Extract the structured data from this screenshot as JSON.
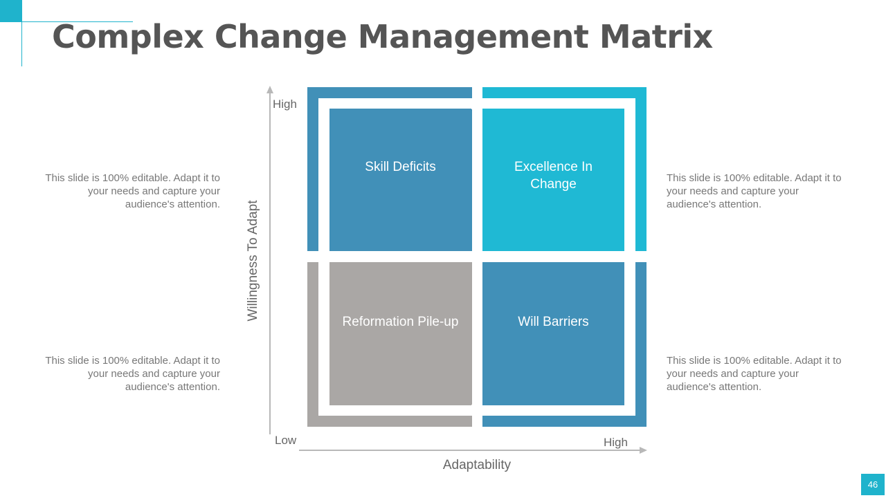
{
  "slide": {
    "title": "Complex Change Management Matrix",
    "page_number": "46"
  },
  "colors": {
    "accent": "#1fb3cc",
    "quadrant_blue": "#4190b8",
    "quadrant_cyan": "#1fb9d4",
    "quadrant_gray": "#aaa7a5",
    "text_gray": "#555555"
  },
  "matrix": {
    "y_axis": {
      "title": "Willingness To Adapt",
      "high_label": "High",
      "low_label": "Low"
    },
    "x_axis": {
      "title": "Adaptability",
      "high_label": "High"
    },
    "quadrants": {
      "top_left": {
        "label": "Skill Deficits"
      },
      "top_right": {
        "label": "Excellence In Change"
      },
      "bottom_left": {
        "label": "Reformation Pile-up"
      },
      "bottom_right": {
        "label": "Will Barriers"
      }
    }
  },
  "notes": {
    "top_left": "This slide is 100% editable. Adapt it to your needs and capture your audience's attention.",
    "bottom_left": "This slide is 100% editable. Adapt it to your needs and capture your audience's attention.",
    "top_right": "This slide is 100% editable. Adapt it to your needs and capture your audience's attention.",
    "bottom_right": "This slide is 100% editable. Adapt it to your needs and capture your audience's attention."
  }
}
